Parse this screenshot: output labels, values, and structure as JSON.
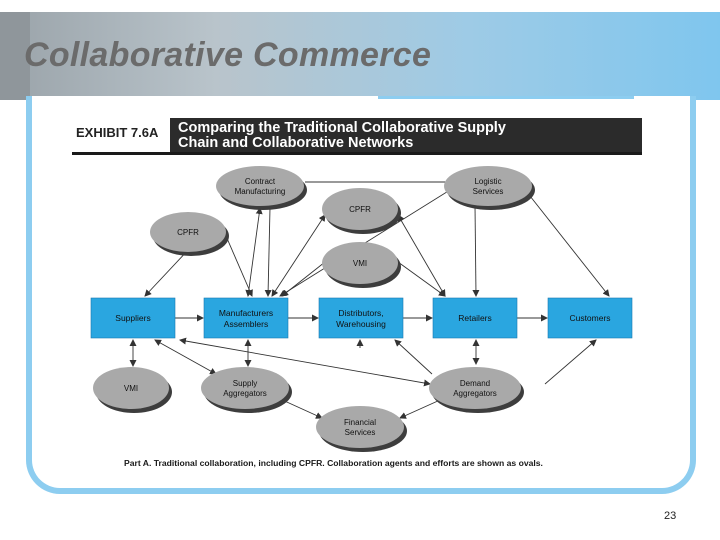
{
  "slide": {
    "title": "Collaborative Commerce",
    "page_number": "23"
  },
  "exhibit": {
    "label": "EXHIBIT 7.6A",
    "title_line1": "Comparing the Traditional Collaborative Supply",
    "title_line2": "Chain and Collaborative Networks",
    "caption": "Part A. Traditional collaboration, including CPFR. Collaboration agents and efforts are shown as ovals."
  },
  "diagram": {
    "boxes": {
      "suppliers": [
        "Suppliers"
      ],
      "manufacturers": [
        "Manufacturers",
        "Assemblers"
      ],
      "distributors": [
        "Distributors,",
        "Warehousing"
      ],
      "retailers": [
        "Retailers"
      ],
      "customers": [
        "Customers"
      ]
    },
    "ovals": {
      "contract_manufacturing": [
        "Contract",
        "Manufacturing"
      ],
      "logistic_services": [
        "Logistic",
        "Services"
      ],
      "cpfr_left": [
        "CPFR"
      ],
      "cpfr_center": [
        "CPFR"
      ],
      "vmi_center": [
        "VMI"
      ],
      "vmi_bottom": [
        "VMI"
      ],
      "supply_aggregators": [
        "Supply",
        "Aggregators"
      ],
      "demand_aggregators": [
        "Demand",
        "Aggregators"
      ],
      "financial_services": [
        "Financial",
        "Services"
      ]
    }
  }
}
